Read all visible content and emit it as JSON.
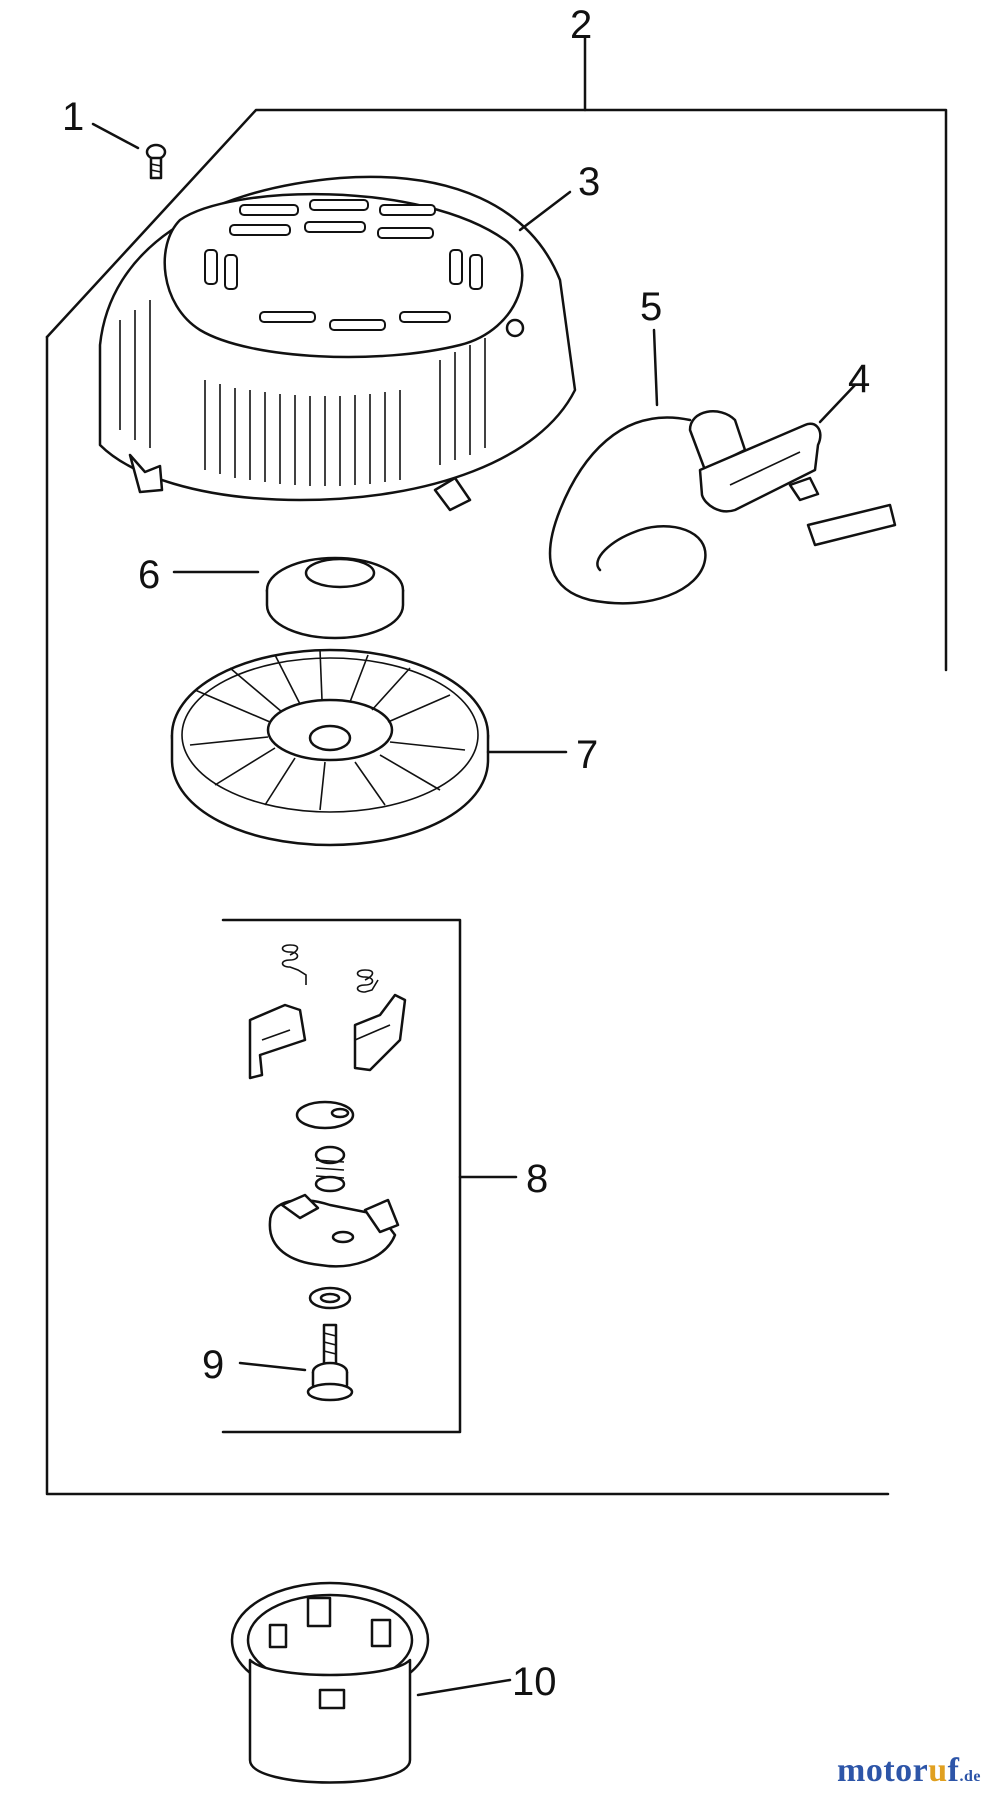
{
  "diagram": {
    "callouts": [
      "1",
      "2",
      "3",
      "4",
      "5",
      "6",
      "7",
      "8",
      "9",
      "10"
    ]
  },
  "watermark": {
    "brand_main": "motor",
    "brand_accent": "u",
    "brand_tail": "f",
    "brand_tld": ".de",
    "colors": {
      "primary": "#2d55a8",
      "accent": "#e0a020"
    }
  }
}
